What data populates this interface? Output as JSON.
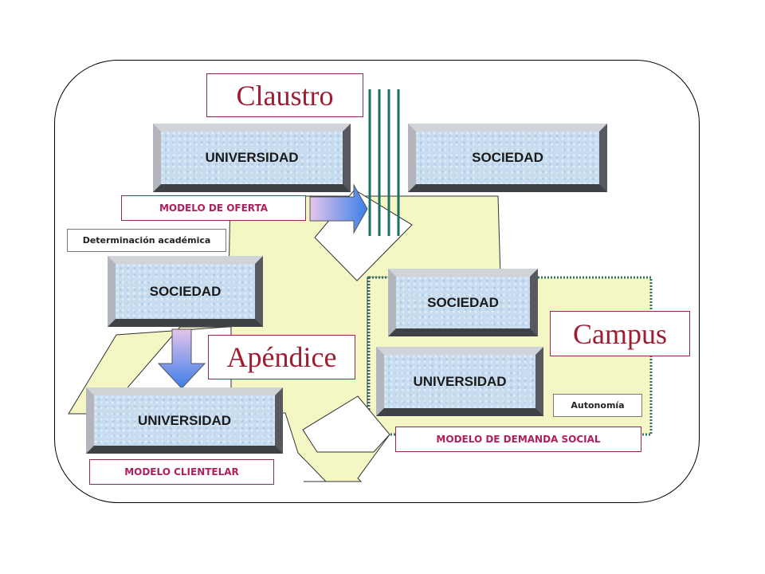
{
  "boxes": {
    "universidad_top": "UNIVERSIDAD",
    "sociedad_top": "SOCIEDAD",
    "sociedad_left": "SOCIEDAD",
    "universidad_left": "UNIVERSIDAD",
    "sociedad_right": "SOCIEDAD",
    "universidad_right": "UNIVERSIDAD"
  },
  "labels": {
    "claustro": "Claustro",
    "modelo_oferta": "MODELO DE OFERTA",
    "determinacion": "Determinación académica",
    "apendice": "Apéndice",
    "modelo_clientelar": "MODELO CLIENTELAR",
    "campus": "Campus",
    "autonomia": "Autonomía",
    "modelo_demanda": "MODELO DE DEMANDA SOCIAL"
  },
  "colors": {
    "background_shape": "#f4f6c4",
    "box_fill": "#c7dcef",
    "label_text": "#b01e5c",
    "title_text": "#a01c32",
    "wall_stripes": "#1e6e64",
    "arrow_gradient_start": "#e4c4ec",
    "arrow_gradient_end": "#3c7ee8"
  }
}
